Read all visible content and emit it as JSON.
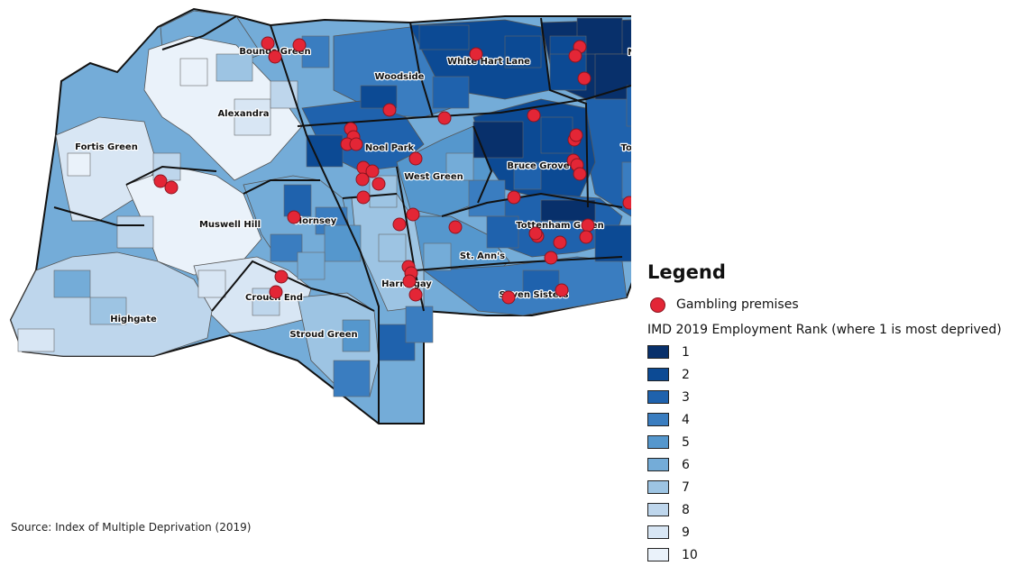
{
  "map": {
    "wards": [
      {
        "name": "Bounds Green",
        "rank": 6
      },
      {
        "name": "White Hart Lane",
        "rank": 2
      },
      {
        "name": "Northumberland Park",
        "rank": 1
      },
      {
        "name": "Woodside",
        "rank": 4
      },
      {
        "name": "Alexandra",
        "rank": 10
      },
      {
        "name": "Noel Park",
        "rank": 3
      },
      {
        "name": "Tottenham Hale",
        "rank": 3
      },
      {
        "name": "Bruce Grove",
        "rank": 2
      },
      {
        "name": "Fortis Green",
        "rank": 9
      },
      {
        "name": "West Green",
        "rank": 5
      },
      {
        "name": "Muswell Hill",
        "rank": 10
      },
      {
        "name": "Hornsey",
        "rank": 6
      },
      {
        "name": "Tottenham Green",
        "rank": 3
      },
      {
        "name": "St. Ann's",
        "rank": 5
      },
      {
        "name": "Crouch End",
        "rank": 9
      },
      {
        "name": "Harringay",
        "rank": 7
      },
      {
        "name": "Seven Sisters",
        "rank": 4
      },
      {
        "name": "Highgate",
        "rank": 8
      },
      {
        "name": "Stroud Green",
        "rank": 7
      }
    ],
    "gambling_premises_count": 48
  },
  "legend": {
    "title": "Legend",
    "gambling_label": "Gambling premises",
    "gambling_color": "#e32636",
    "imd_title": "IMD 2019 Employment Rank (where 1 is most deprived)",
    "ranks": [
      {
        "label": "1",
        "color": "#08306b"
      },
      {
        "label": "2",
        "color": "#0c4a94"
      },
      {
        "label": "3",
        "color": "#1f62ad"
      },
      {
        "label": "4",
        "color": "#3a7dc0"
      },
      {
        "label": "5",
        "color": "#5597cd"
      },
      {
        "label": "6",
        "color": "#74acd8"
      },
      {
        "label": "7",
        "color": "#9dc4e3"
      },
      {
        "label": "8",
        "color": "#bed6ec"
      },
      {
        "label": "9",
        "color": "#d8e6f4"
      },
      {
        "label": "10",
        "color": "#eaf2fa"
      }
    ]
  },
  "source": "Source: Index of Multiple Deprivation (2019)"
}
